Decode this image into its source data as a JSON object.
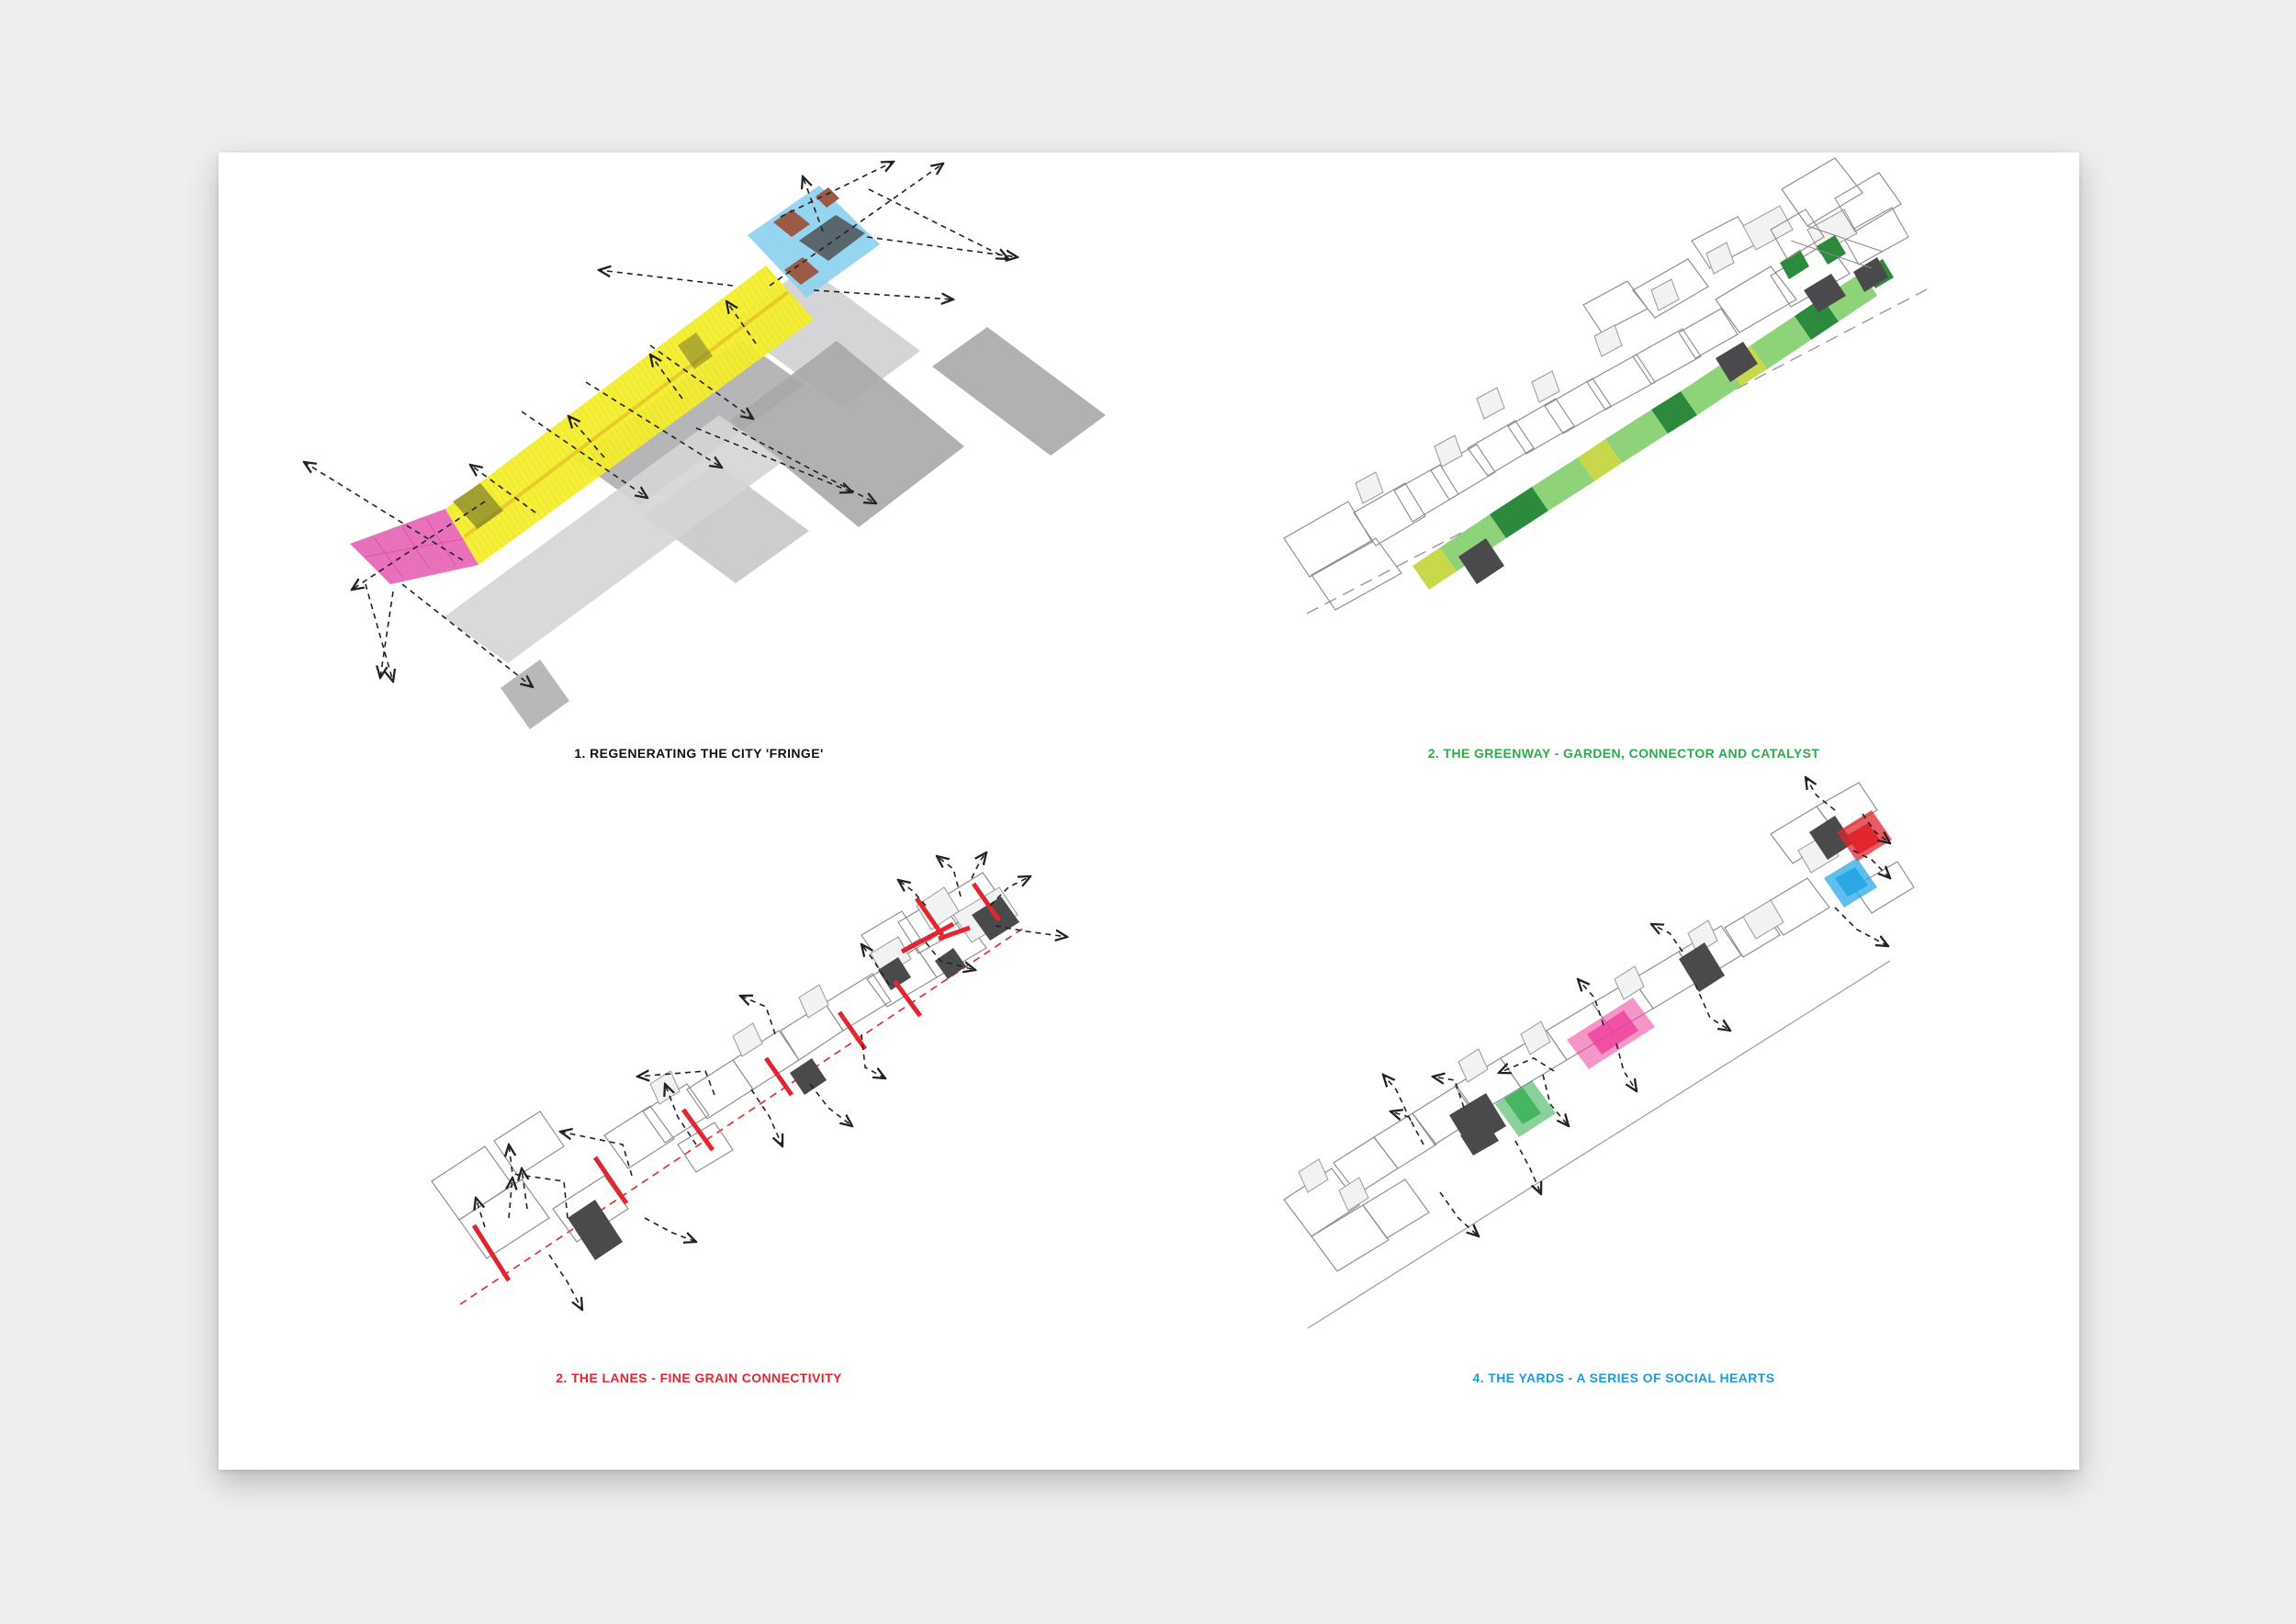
{
  "diagrams": [
    {
      "id": "fringe",
      "caption": "1. REGENERATING THE CITY 'FRINGE'",
      "accent": "#111111"
    },
    {
      "id": "greenway",
      "caption": "2. THE GREENWAY - GARDEN, CONNECTOR AND CATALYST",
      "accent": "#2bab4a"
    },
    {
      "id": "lanes",
      "caption": "2. THE LANES -  FINE GRAIN CONNECTIVITY",
      "accent": "#e2262f"
    },
    {
      "id": "yards",
      "caption": "4. THE YARDS - A SERIES OF SOCIAL HEARTS",
      "accent": "#1f9bd7"
    }
  ],
  "colors": {
    "magenta": "#e868b6",
    "yellow": "#f4ee2e",
    "cyan": "#8fd3ee",
    "grey_block": "#a9a9ab",
    "light_block": "#d5d5d7",
    "dark_mass": "#4a4a4c",
    "brown_mass": "#9a5a45",
    "green_light": "#8ed27a",
    "green_dark": "#2c8a3d",
    "green_lime": "#c8d84a",
    "red": "#e2262f",
    "pink": "#ee3e9a",
    "blue": "#2aa8e6",
    "outline": "#9a9a9a"
  }
}
